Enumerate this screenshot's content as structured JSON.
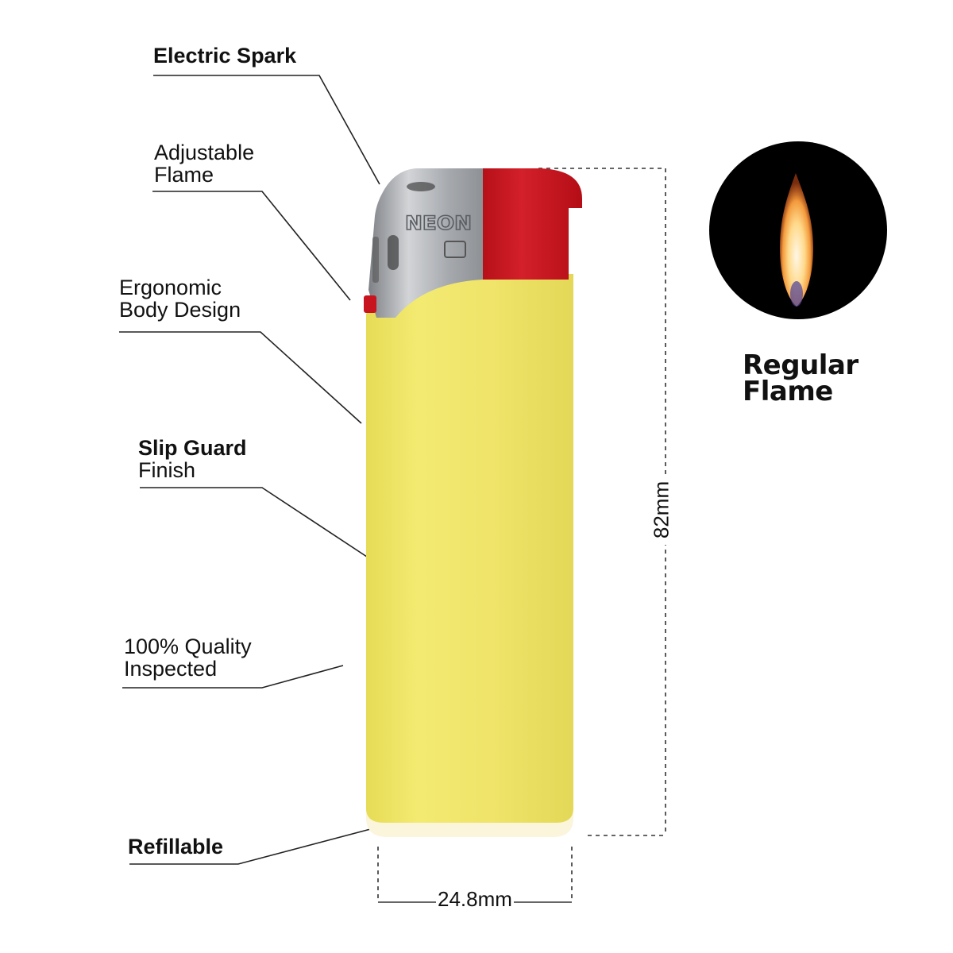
{
  "features": {
    "electric_spark": "Electric Spark",
    "adjustable_line1": "Adjustable",
    "adjustable_line2": "Flame",
    "ergonomic_line1": "Ergonomic",
    "ergonomic_line2": "Body Design",
    "slip_line1": "Slip Guard",
    "slip_line2": "Finish",
    "quality_line1": "100% Quality",
    "quality_line2": "Inspected",
    "refillable": "Refillable"
  },
  "product": {
    "brand": "NEON",
    "body_color": "#f0e76a",
    "cap_color": "#c8141e",
    "hood_color": "#a9acb0",
    "base_color": "#fbf5dc"
  },
  "dimensions": {
    "height": "82mm",
    "width": "24.8mm"
  },
  "flame_badge": {
    "line1": "Regular",
    "line2": "Flame"
  }
}
